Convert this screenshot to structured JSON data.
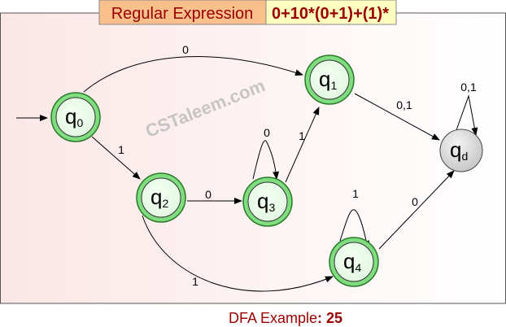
{
  "header": {
    "label": "Regular Expression",
    "expression": "0+10*(0+1)+(1)*",
    "label_bg": "#f9c08c",
    "expression_bg": "#ffffc0",
    "text_color": "#990000"
  },
  "watermark": "CSTaleem.com",
  "states": [
    {
      "id": "q0",
      "base": "q",
      "sub": "0",
      "accepting": true,
      "start": true
    },
    {
      "id": "q1",
      "base": "q",
      "sub": "1",
      "accepting": true
    },
    {
      "id": "q2",
      "base": "q",
      "sub": "2",
      "accepting": true
    },
    {
      "id": "q3",
      "base": "q",
      "sub": "3",
      "accepting": true
    },
    {
      "id": "q4",
      "base": "q",
      "sub": "4",
      "accepting": true
    },
    {
      "id": "qd",
      "base": "q",
      "sub": "d",
      "accepting": false
    }
  ],
  "transitions": [
    {
      "from": "q0",
      "to": "q1",
      "label": "0"
    },
    {
      "from": "q0",
      "to": "q2",
      "label": "1"
    },
    {
      "from": "q2",
      "to": "q3",
      "label": "0"
    },
    {
      "from": "q2",
      "to": "q4",
      "label": "1"
    },
    {
      "from": "q3",
      "to": "q3",
      "label": "0"
    },
    {
      "from": "q3",
      "to": "q1",
      "label": "1"
    },
    {
      "from": "q1",
      "to": "qd",
      "label": "0,1"
    },
    {
      "from": "q4",
      "to": "q4",
      "label": "1"
    },
    {
      "from": "q4",
      "to": "qd",
      "label": "0"
    },
    {
      "from": "qd",
      "to": "qd",
      "label": "0,1"
    }
  ],
  "caption": {
    "prefix": "DFA Example",
    "sep": ": ",
    "number": "25"
  }
}
